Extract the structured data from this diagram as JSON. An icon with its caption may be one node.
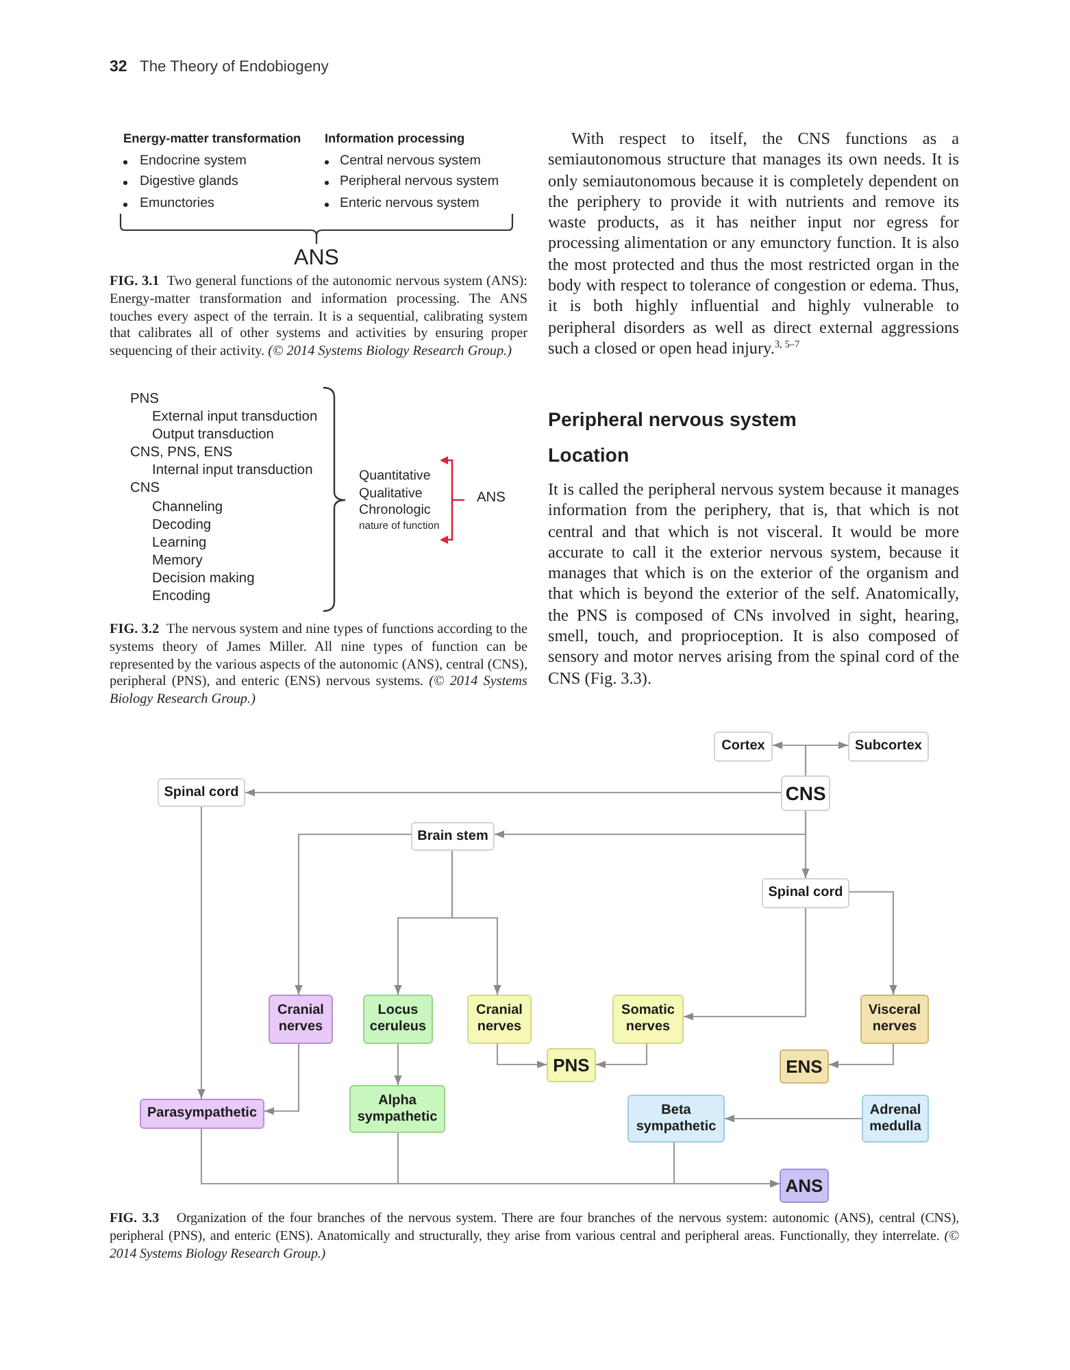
{
  "diagram": {
    "caption": "**FIG. 3.3** Organization of the four branches of the nervous system. There are four branches of the nervous system: autonomic (ANS), central (CNS), peripheral (PNS), and enteric (ENS). Anatomically and structurally, they arise from various central and peripheral areas. Functionally, they interrelate. *(© 2014 Systems Biology Research Group.)*",
    "nodes": [
      {
        "text": [
          "Cortex"
        ]
      },
      {
        "text": [
          "Subcortex"
        ]
      },
      {
        "text": [
          "Spinal cord"
        ]
      },
      {
        "text": [
          "CNS"
        ]
      },
      {
        "text": [
          "Brain stem"
        ]
      },
      {
        "text": [
          "Spinal cord"
        ]
      },
      {
        "text": [
          "Cranial nerves"
        ]
      },
      {
        "text": [
          "Locus ceruleus"
        ]
      },
      {
        "text": [
          "Cranial nerves"
        ]
      },
      {
        "text": [
          "Somatic nerves"
        ]
      },
      {
        "text": [
          "Visceral nerves"
        ]
      },
      {
        "text": [
          "PNS"
        ]
      },
      {
        "text": [
          "ENS"
        ]
      },
      {
        "text": [
          "Parasympathetic"
        ]
      },
      {
        "text": [
          "Alpha sympathetic"
        ]
      },
      {
        "text": [
          "Beta sympathetic"
        ]
      },
      {
        "text": [
          "Adrenal medulla"
        ]
      },
      {
        "text": [
          "ANS"
        ]
      }
    ],
    "edges": [
      {
        "from": 3,
        "to": 0,
        "arrow": "to"
      },
      {
        "from": 3,
        "to": 1,
        "arrow": "to"
      },
      {
        "from": 3,
        "to": 2,
        "arrow": "to"
      },
      {
        "from": 3,
        "to": 4,
        "arrow": "to"
      },
      {
        "from": 3,
        "to": 5,
        "arrow": "to"
      },
      {
        "from": 2,
        "to": 13,
        "arrow": "to"
      },
      {
        "from": 4,
        "to": 6,
        "arrow": "to"
      },
      {
        "from": 4,
        "to": 7,
        "arrow": "to"
      },
      {
        "from": 4,
        "to": 8,
        "arrow": "to"
      },
      {
        "from": 5,
        "to": 9,
        "arrow": "to"
      },
      {
        "from": 5,
        "to": 10,
        "arrow": "to"
      },
      {
        "from": 6,
        "to": 13,
        "arrow": "to"
      },
      {
        "from": 7,
        "to": 14,
        "arrow": "to"
      },
      {
        "from": 8,
        "to": 11,
        "arrow": "to"
      },
      {
        "from": 9,
        "to": 11,
        "arrow": "to"
      },
      {
        "from": 10,
        "to": 12,
        "arrow": "to"
      },
      {
        "from": 16,
        "to": 15,
        "arrow": "to"
      },
      {
        "from": 13,
        "to": 17,
        "arrow": "to"
      },
      {
        "from": 14,
        "to": 17,
        "arrow": "to"
      },
      {
        "from": 15,
        "to": 17,
        "arrow": "to"
      }
    ],
    "labels": [
      "32",
      "The Theory of Endobiogeny",
      "Energy-matter transformation",
      "Information processing",
      "Endocrine system",
      "Digestive glands",
      "Emunctories",
      "Central nervous system",
      "Peripheral nervous system",
      "Enteric nervous system",
      "ANS",
      "**FIG. 3.1** Two general functions of the autonomic nervous system (ANS): Energy-matter transformation and information processing. The ANS touches every aspect of the terrain. It is a sequential, calibrating system that calibrates all of other systems and activities by ensuring proper sequencing of their activity. *(© 2014 Systems Biology Research Group.)*",
      "PNS",
      "External input transduction",
      "Output transduction",
      "CNS, PNS, ENS",
      "Internal input transduction",
      "CNS",
      "Channeling",
      "Decoding",
      "Learning",
      "Memory",
      "Decision making",
      "Encoding",
      "Quantitative",
      "Qualitative",
      "Chronologic",
      "nature of function",
      "ANS",
      "**FIG. 3.2** The nervous system and nine types of functions according to the systems theory of James Miller. All nine types of function can be represented by the various aspects of the autonomic (ANS), central (CNS), peripheral (PNS), and enteric (ENS) nervous systems. *(© 2014 Systems Biology Research Group.)*",
      "With respect to itself, the CNS functions as a semiautonomous structure that manages its own needs. It is only semiautonomous because it is completely dependent on the periphery to provide it with nutrients and remove its waste products, as it has neither input nor egress for processing alimentation or any emunctory function. It is also the most protected and thus the most restricted organ in the body with respect to tolerance of congestion or edema. Thus, it is both highly influential and highly vulnerable to peripheral disorders as well as direct external aggressions such a closed or open head injury.$^{3, 5–7}$",
      "Peripheral nervous system",
      "Location",
      "It is called the peripheral nervous system because it manages information from the periphery, that is, that which is not central and that which is not visceral. It would be more accurate to call it the exterior nervous system, because it manages that which is on the exterior of the organism and that which is beyond the exterior of the self. Anatomically, the PNS is composed of CNs involved in sight, hearing, smell, touch, and proprioception. It is also composed of sensory and motor nerves arising from the spinal cord of the CNS (Fig. 3.3)."
    ]
  }
}
